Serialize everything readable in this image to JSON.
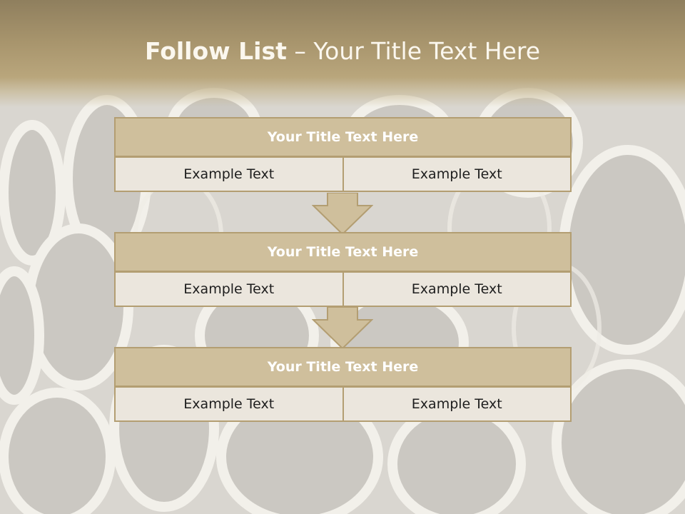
{
  "slide": {
    "title_bold": "Follow List",
    "title_rest": " – Your Title Text Here"
  },
  "blocks": [
    {
      "heading": "Your Title Text Here",
      "left": "Example Text",
      "right": "Example Text"
    },
    {
      "heading": "Your Title Text Here",
      "left": "Example Text",
      "right": "Example Text"
    },
    {
      "heading": "Your Title Text Here",
      "left": "Example Text",
      "right": "Example Text"
    }
  ],
  "colors": {
    "header": "#a8956d",
    "block_heading": "#cfbf9c",
    "block_border": "#b39e72",
    "cell": "#ebe6dd"
  }
}
